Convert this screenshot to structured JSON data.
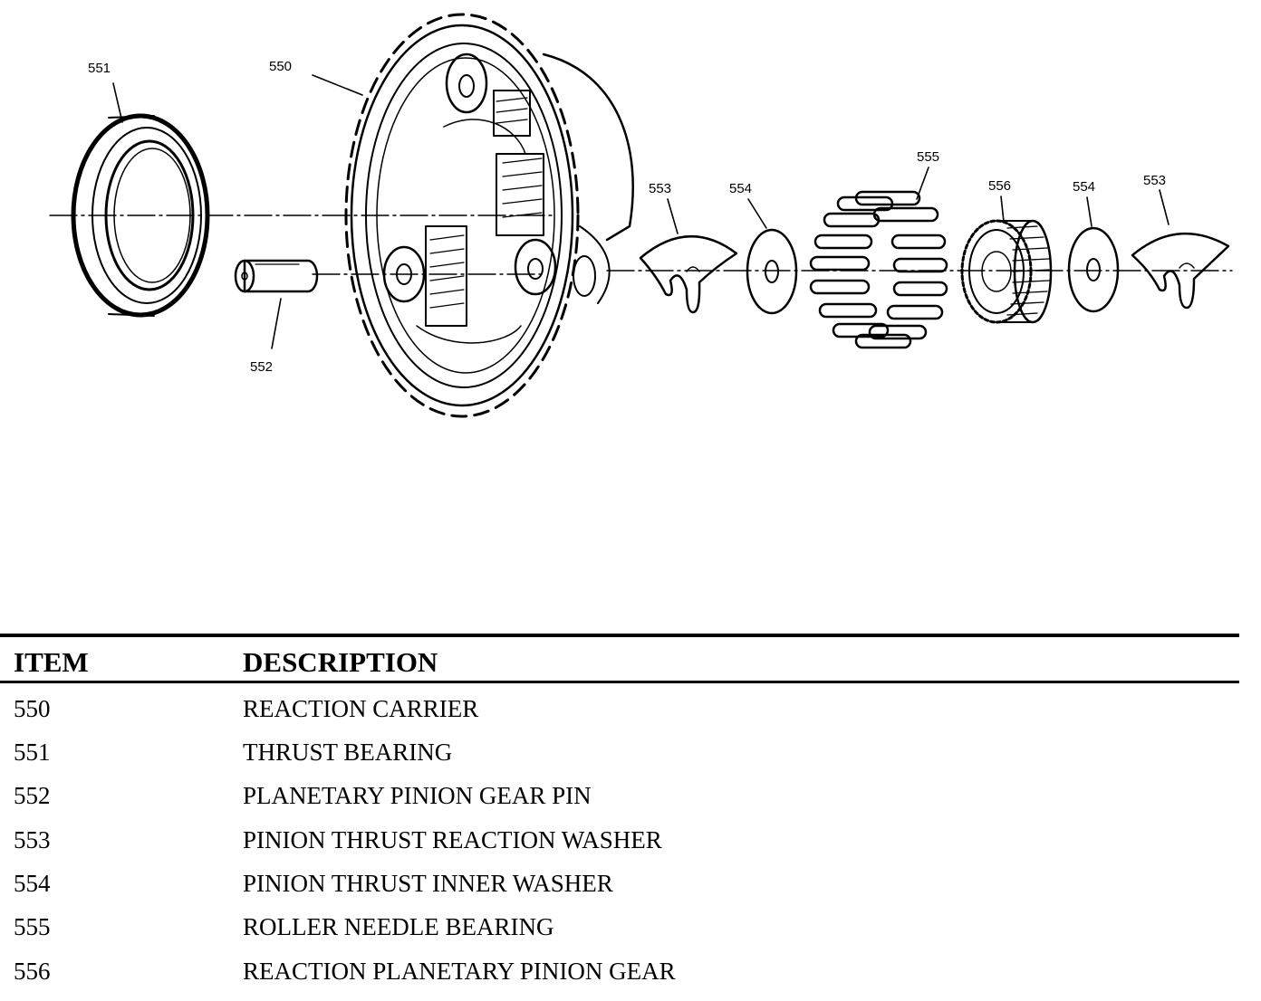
{
  "diagram": {
    "labels": {
      "550": "550",
      "551": "551",
      "552": "552",
      "553a": "553",
      "553b": "553",
      "554a": "554",
      "554b": "554",
      "555": "555",
      "556": "556"
    }
  },
  "table": {
    "headers": {
      "item": "ITEM",
      "description": "DESCRIPTION"
    },
    "rows": [
      {
        "item": "550",
        "description": "REACTION CARRIER"
      },
      {
        "item": "551",
        "description": "THRUST BEARING"
      },
      {
        "item": "552",
        "description": "PLANETARY PINION GEAR PIN"
      },
      {
        "item": "553",
        "description": "PINION THRUST REACTION WASHER"
      },
      {
        "item": "554",
        "description": "PINION THRUST INNER WASHER"
      },
      {
        "item": "555",
        "description": "ROLLER NEEDLE BEARING"
      },
      {
        "item": "556",
        "description": "REACTION PLANETARY PINION GEAR"
      }
    ]
  }
}
